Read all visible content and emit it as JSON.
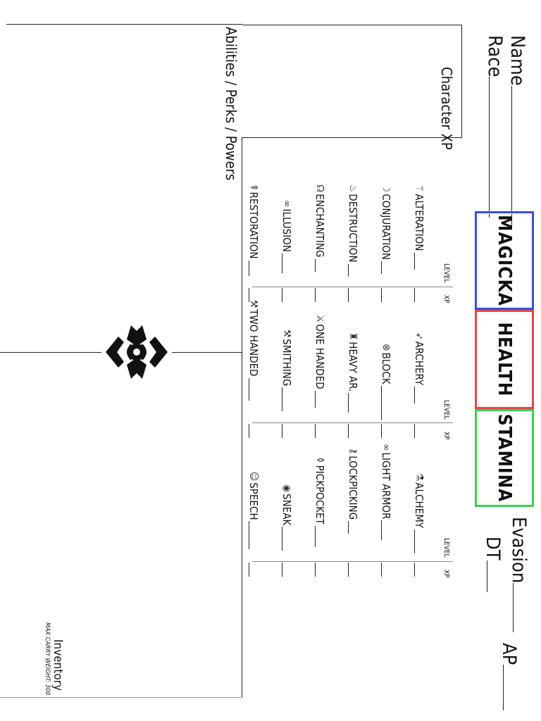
{
  "header": {
    "name_label": "Name",
    "race_label": "Race",
    "evasion_label": "Evasion",
    "dt_label": "DT",
    "ap_label": "AP"
  },
  "stats": {
    "magicka_label": "MAGICKA",
    "health_label": "HEALTH",
    "stamina_label": "STAMINA",
    "magicka_color": "#3b4fd6",
    "health_color": "#e0454d",
    "stamina_color": "#3ccf4e"
  },
  "character_xp_label": "Character XP",
  "column_headers": {
    "level": "LEVEL",
    "xp": "XP"
  },
  "skills": {
    "col1": [
      {
        "label": "ALTERATION",
        "icon": "alteration-icon",
        "glyph": "⚚"
      },
      {
        "label": "CONJURATION",
        "icon": "conjuration-icon",
        "glyph": "☽"
      },
      {
        "label": "DESTRUCTION",
        "icon": "destruction-icon",
        "glyph": "♨"
      },
      {
        "label": "ENCHANTING",
        "icon": "enchanting-icon",
        "glyph": "☊"
      },
      {
        "label": "ILLUSION",
        "icon": "illusion-icon",
        "glyph": "∞"
      },
      {
        "label": "RESTORATION",
        "icon": "restoration-icon",
        "glyph": "☤"
      }
    ],
    "col2": [
      {
        "label": "ARCHERY",
        "icon": "archery-icon",
        "glyph": "➶"
      },
      {
        "label": "BLOCK",
        "icon": "block-icon",
        "glyph": "⊗"
      },
      {
        "label": "HEAVY AR.",
        "icon": "heavy-armor-icon",
        "glyph": "♜"
      },
      {
        "label": "ONE HANDED",
        "icon": "one-handed-icon",
        "glyph": "⚔"
      },
      {
        "label": "SMITHING",
        "icon": "smithing-icon",
        "glyph": "⚒"
      },
      {
        "label": "TWO HANDED",
        "icon": "two-handed-icon",
        "glyph": "⚒"
      }
    ],
    "col3": [
      {
        "label": "ALCHEMY",
        "icon": "alchemy-icon",
        "glyph": "⚗"
      },
      {
        "label": "LIGHT ARMOR",
        "icon": "light-armor-icon",
        "glyph": "∞"
      },
      {
        "label": "LOCKPICKING",
        "icon": "lockpicking-icon",
        "glyph": "⚷"
      },
      {
        "label": "PICKPOCKET",
        "icon": "pickpocket-icon",
        "glyph": "⚱"
      },
      {
        "label": "SNEAK",
        "icon": "sneak-icon",
        "glyph": "◉"
      },
      {
        "label": "SPEECH",
        "icon": "speech-icon",
        "glyph": "☺"
      }
    ]
  },
  "abilities_label": "Abilities / Perks / Powers",
  "inventory": {
    "label": "Inventory",
    "max_carry": "MAX CARRY WEIGHT: 300"
  },
  "emblem_icon": "dragon-emblem-icon"
}
